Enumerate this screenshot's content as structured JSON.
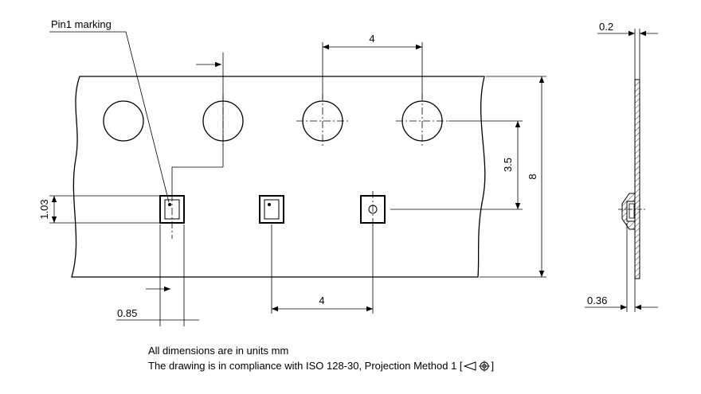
{
  "labels": {
    "pin1": "Pin1 marking",
    "pitch_top": "4",
    "pitch_bottom": "4",
    "offset_35": "3.5",
    "width_8": "8",
    "pocket_103": "1.03",
    "pocket_085": "0.85",
    "thick_02": "0.2",
    "thick_036": "0.36"
  },
  "notes": {
    "line1": "All dimensions are in units mm",
    "line2_pre": "The drawing is in compliance with ISO 128-30, Projection Method 1 [",
    "line2_post": "]"
  },
  "icons": {
    "projection": "first-angle-projection-icon"
  }
}
